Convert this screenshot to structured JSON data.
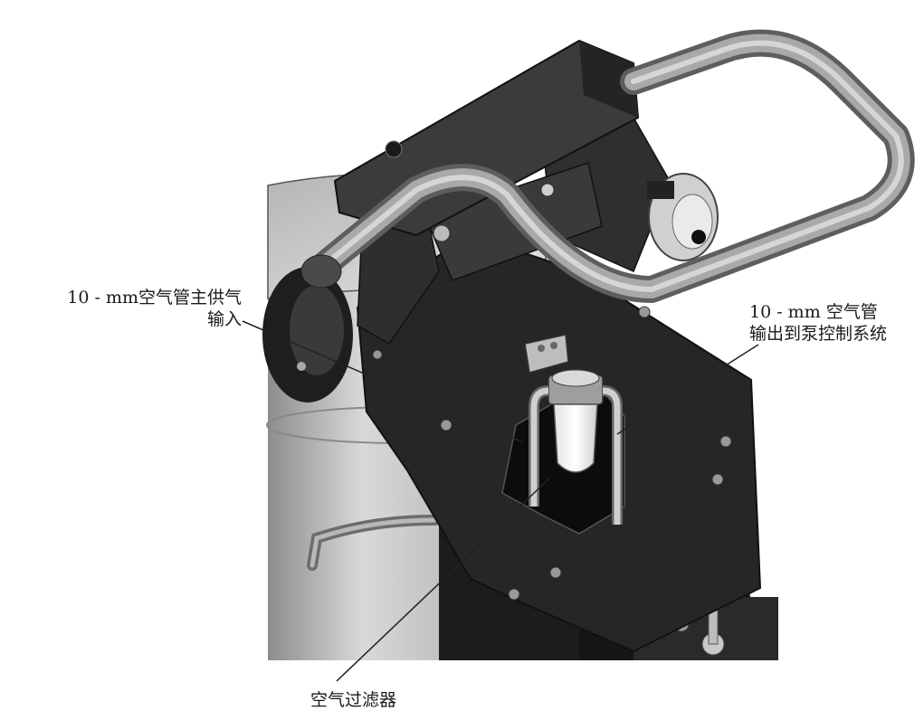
{
  "figure": {
    "callouts": {
      "inlet": {
        "line1": "10 - mm空气管主供气",
        "line2": "输入"
      },
      "outlet": {
        "line1": "10 - mm 空气管",
        "line2": "输出到泵控制系统"
      },
      "filter": {
        "line1": "空气过滤器"
      }
    }
  }
}
